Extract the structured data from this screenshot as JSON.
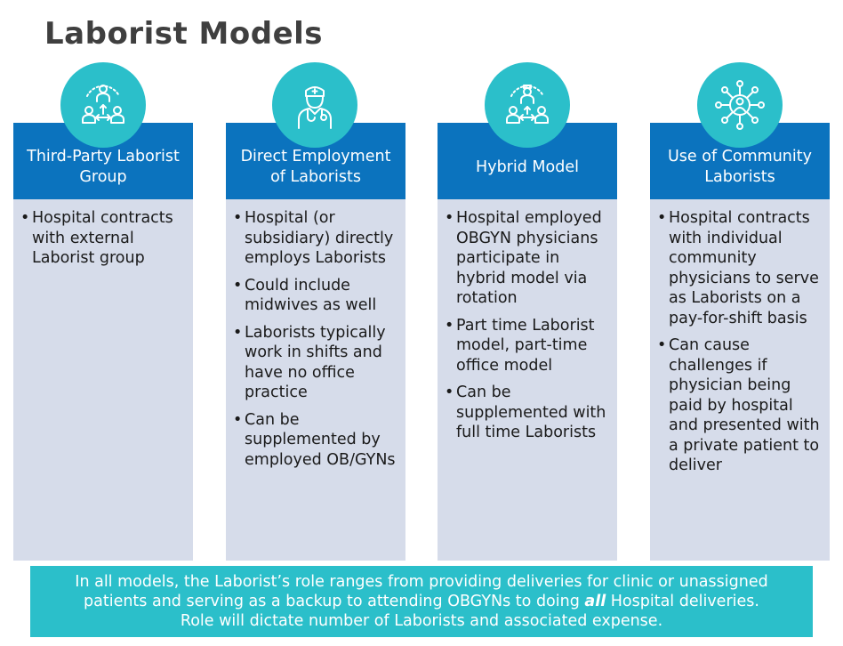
{
  "title": "Laborist Models",
  "columns": [
    {
      "heading": "Third-Party Laborist Group",
      "icon": "people-network-icon",
      "bullets": [
        "Hospital contracts with external Laborist group"
      ]
    },
    {
      "heading": "Direct Employment of Laborists",
      "icon": "nurse-icon",
      "bullets": [
        "Hospital (or subsidiary) directly employs Laborists",
        "Could include midwives as well",
        "Laborists typically work in shifts and have no office practice",
        "Can be supplemented by employed OB/GYNs"
      ]
    },
    {
      "heading": "Hybrid Model",
      "icon": "doctor-network-icon",
      "bullets": [
        "Hospital employed OBGYN physicians participate in hybrid model via rotation",
        "Part time Laborist model, part-time office model",
        "Can be supplemented with full time Laborists"
      ]
    },
    {
      "heading": "Use of Community Laborists",
      "icon": "community-hub-icon",
      "bullets": [
        "Hospital contracts with individual community physicians to serve as Laborists on a pay-for-shift basis",
        "Can cause challenges if physician being paid by hospital and presented with a private patient to deliver"
      ]
    }
  ],
  "banner": {
    "line1": "In all models, the Laborist’s role ranges from providing deliveries for clinic or unassigned",
    "line2_pre": "patients and serving as a backup to attending OBGYNs to doing ",
    "line2_em": "all",
    "line2_post": " Hospital deliveries.",
    "line3": "Role will dictate number of Laborists and associated expense."
  },
  "colors": {
    "header": "#0b73be",
    "body": "#d6dcea",
    "accent": "#2bbfca",
    "title": "#3f3f3f"
  }
}
